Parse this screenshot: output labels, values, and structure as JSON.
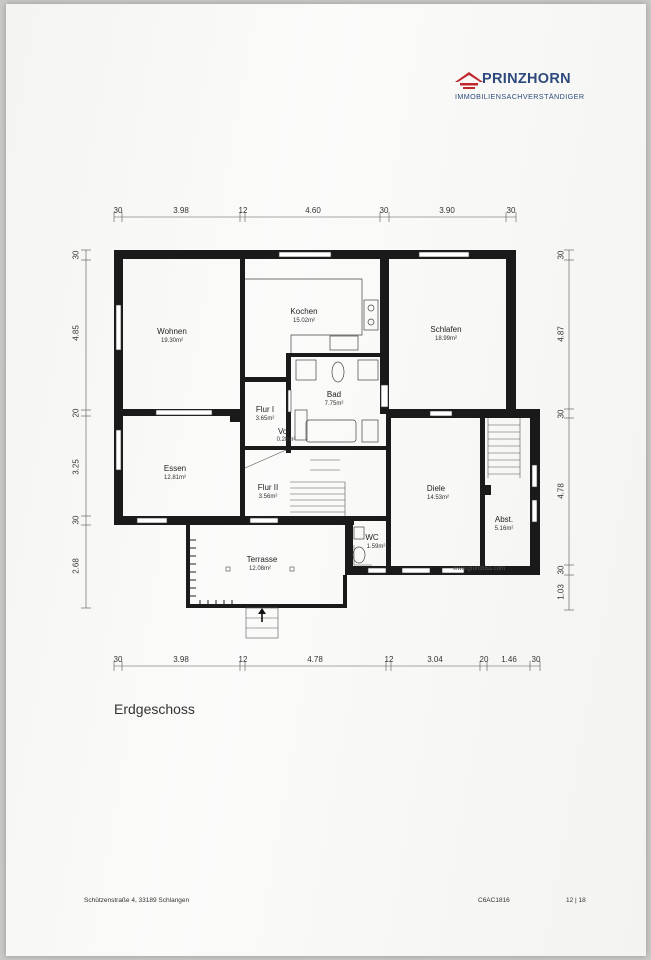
{
  "brand": {
    "name": "PRINZHORN",
    "tagline": "IMMOBILIENSACHVERSTÄNDIGER",
    "color": "#2e4a7d",
    "roof_color": "#c0282d"
  },
  "dimensions": {
    "top": [
      "30",
      "3.98",
      "12",
      "4.60",
      "30",
      "3.90",
      "30"
    ],
    "bottom": [
      "30",
      "3.98",
      "12",
      "4.78",
      "12",
      "3.04",
      "20",
      "1.46",
      "30"
    ],
    "left": [
      "30",
      "4.85",
      "20",
      "3.25",
      "30",
      "2.68"
    ],
    "right": [
      "30",
      "4.87",
      "30",
      "4.78",
      "30",
      "1.03"
    ]
  },
  "rooms": {
    "wohnen": {
      "name": "Wohnen",
      "area": "19.30m²"
    },
    "kochen": {
      "name": "Kochen",
      "area": "15.02m²"
    },
    "schlafen": {
      "name": "Schlafen",
      "area": "18.99m²"
    },
    "bad": {
      "name": "Bad",
      "area": "7.75m²"
    },
    "flur1": {
      "name": "Flur I",
      "area": "3.65m²"
    },
    "vor": {
      "name": "Vor",
      "area": "0.28m²"
    },
    "essen": {
      "name": "Essen",
      "area": "12.81m²"
    },
    "flur2": {
      "name": "Flur II",
      "area": "3.56m²"
    },
    "diele": {
      "name": "Diele",
      "area": "14.53m²"
    },
    "abst": {
      "name": "Abst.",
      "area": "5.16m²"
    },
    "wc": {
      "name": "WC",
      "area": "1.59m²"
    },
    "terrasse": {
      "name": "Terrasse",
      "area": "12.08m²"
    }
  },
  "watermark": "www.grundriss.com",
  "floor_title": "Erdgeschoss",
  "footer": {
    "address": "Schützenstraße 4, 33189 Schlangen",
    "code": "C6AC1816",
    "page": "12 | 18"
  }
}
